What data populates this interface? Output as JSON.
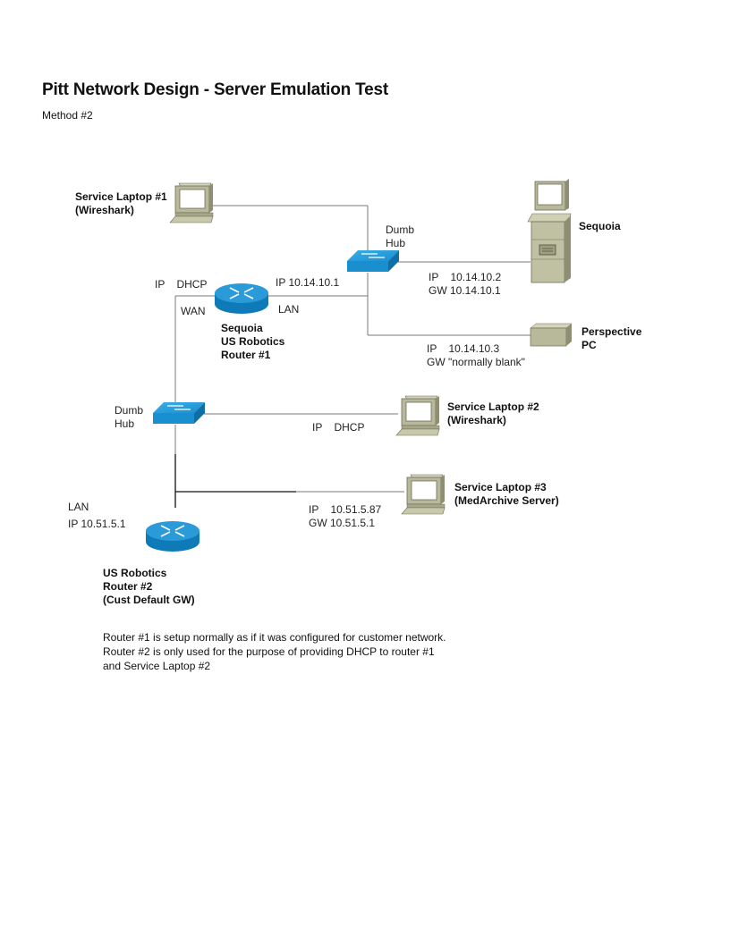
{
  "header": {
    "title": "Pitt Network Design - Server Emulation Test",
    "subtitle": "Method #2"
  },
  "devices": {
    "laptop1": {
      "name": "Service Laptop #1",
      "role": "(Wireshark)",
      "icon": "laptop-icon"
    },
    "hub1": {
      "line1": "Dumb",
      "line2": "Hub",
      "icon": "hub-icon"
    },
    "sequoia": {
      "name": "Sequoia",
      "ip": "IP    10.14.10.2",
      "gw": "GW 10.14.10.1",
      "icon": "server-tower-icon"
    },
    "router1": {
      "line1": "Sequoia",
      "line2": "US Robotics",
      "line3": "Router #1",
      "wan_ip": "IP    DHCP",
      "wan_label": "WAN",
      "lan_ip": "IP 10.14.10.1",
      "lan_label": "LAN",
      "icon": "router-icon"
    },
    "perspective": {
      "line1": "Perspective",
      "line2": "PC",
      "ip": "IP    10.14.10.3",
      "gw": "GW \"normally blank\"",
      "icon": "desktop-pc-icon"
    },
    "hub2": {
      "line1": "Dumb",
      "line2": "Hub",
      "icon": "hub-icon"
    },
    "laptop2": {
      "name": "Service Laptop #2",
      "role": "(Wireshark)",
      "ip": "IP    DHCP",
      "icon": "laptop-icon"
    },
    "laptop3": {
      "name": "Service Laptop #3",
      "role": "(MedArchive Server)",
      "ip": "IP    10.51.5.87",
      "gw": "GW 10.51.5.1",
      "icon": "laptop-icon"
    },
    "router2": {
      "lan_label": "LAN",
      "lan_ip": "IP 10.51.5.1",
      "line1": "US Robotics",
      "line2": "Router #2",
      "line3": "(Cust Default GW)",
      "icon": "router-icon"
    }
  },
  "notes": [
    "Router #1 is setup normally as if it was configured for customer network.",
    "Router #2 is only used for the purpose of providing DHCP to router #1",
    "and Service Laptop #2"
  ],
  "colors": {
    "device_blue": "#1a8fd0",
    "device_blue_dark": "#0f6ea6",
    "device_beige": "#b8b89a",
    "line_gray": "#7a7a7a"
  }
}
